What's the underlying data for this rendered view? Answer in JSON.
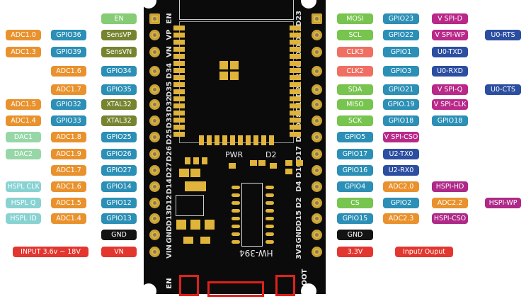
{
  "colors": {
    "gpio": "#1a86b0",
    "adc": "#e8891c",
    "sens": "#6b7a1f",
    "en": "#7cc86a",
    "dac": "#8fd4a0",
    "hspl": "#80cfcf",
    "power": "#e0261e",
    "gnd": "#000000",
    "clk": "#ee6455",
    "bus": "#6cc040",
    "vspi": "#b4177f",
    "uart": "#1b3f9a",
    "hspi": "#a8177e"
  },
  "left_rows": [
    [
      null,
      null,
      {
        "t": "EN",
        "c": "en"
      }
    ],
    [
      {
        "t": "ADC1.0",
        "c": "adc"
      },
      {
        "t": "GPIO36",
        "c": "gpio"
      },
      {
        "t": "SensVP",
        "c": "sens"
      }
    ],
    [
      {
        "t": "ADC1.3",
        "c": "adc"
      },
      {
        "t": "GPIO39",
        "c": "gpio"
      },
      {
        "t": "SensVN",
        "c": "sens"
      }
    ],
    [
      null,
      {
        "t": "ADC1.6",
        "c": "adc"
      },
      {
        "t": "GPIO34",
        "c": "gpio"
      }
    ],
    [
      null,
      {
        "t": "ADC1.7",
        "c": "adc"
      },
      {
        "t": "GPIO35",
        "c": "gpio"
      }
    ],
    [
      {
        "t": "ADC1.5",
        "c": "adc"
      },
      {
        "t": "GPIO32",
        "c": "gpio"
      },
      {
        "t": "XTAL32",
        "c": "sens"
      }
    ],
    [
      {
        "t": "ADC1.4",
        "c": "adc"
      },
      {
        "t": "GPIO33",
        "c": "gpio"
      },
      {
        "t": "XTAL32",
        "c": "sens"
      }
    ],
    [
      {
        "t": "DAC1",
        "c": "dac"
      },
      {
        "t": "ADC1.8",
        "c": "adc"
      },
      {
        "t": "GPIO25",
        "c": "gpio"
      }
    ],
    [
      {
        "t": "DAC2",
        "c": "dac"
      },
      {
        "t": "ADC1.9",
        "c": "adc"
      },
      {
        "t": "GPIO26",
        "c": "gpio"
      }
    ],
    [
      null,
      {
        "t": "ADC1.7",
        "c": "adc"
      },
      {
        "t": "GPIO27",
        "c": "gpio"
      }
    ],
    [
      {
        "t": "HSPL CLK",
        "c": "hspl"
      },
      {
        "t": "ADC1.6",
        "c": "adc"
      },
      {
        "t": "GPIO14",
        "c": "gpio"
      }
    ],
    [
      {
        "t": "HSPL Q",
        "c": "hspl"
      },
      {
        "t": "ADC1.5",
        "c": "adc"
      },
      {
        "t": "GPIO12",
        "c": "gpio"
      }
    ],
    [
      {
        "t": "HSPL ID",
        "c": "hspl"
      },
      {
        "t": "ADC1.4",
        "c": "adc"
      },
      {
        "t": "GPIO13",
        "c": "gpio"
      }
    ],
    [
      null,
      null,
      {
        "t": "GND",
        "c": "gnd"
      }
    ],
    [
      {
        "t": "INPUT  3.6v ~ 18V",
        "c": "power",
        "wide": true
      },
      null,
      {
        "t": "VN",
        "c": "power"
      }
    ]
  ],
  "right_rows": [
    [
      {
        "t": "MOSI",
        "c": "bus"
      },
      {
        "t": "GPIO23",
        "c": "gpio"
      },
      {
        "t": "V SPI-D",
        "c": "vspi"
      }
    ],
    [
      {
        "t": "SCL",
        "c": "bus"
      },
      {
        "t": "GPIO22",
        "c": "gpio"
      },
      {
        "t": "V SPI-WP",
        "c": "vspi"
      },
      {
        "t": "U0-RTS",
        "c": "uart"
      }
    ],
    [
      {
        "t": "CLK3",
        "c": "clk"
      },
      {
        "t": "GPIO1",
        "c": "gpio"
      },
      {
        "t": "U0-TXD",
        "c": "uart"
      }
    ],
    [
      {
        "t": "CLK2",
        "c": "clk"
      },
      {
        "t": "GPIO3",
        "c": "gpio"
      },
      {
        "t": "U0-RXD",
        "c": "uart"
      }
    ],
    [
      {
        "t": "SDA",
        "c": "bus"
      },
      {
        "t": "GPIO21",
        "c": "gpio"
      },
      {
        "t": "V SPI-Q",
        "c": "vspi"
      },
      {
        "t": "U0-CTS",
        "c": "uart"
      }
    ],
    [
      {
        "t": "MISO",
        "c": "bus"
      },
      {
        "t": "GPIO.19",
        "c": "gpio"
      },
      {
        "t": "V SPI-CLK",
        "c": "vspi"
      }
    ],
    [
      {
        "t": "SCK",
        "c": "bus"
      },
      {
        "t": "GPIO18",
        "c": "gpio"
      },
      {
        "t": "GPIO18",
        "c": "gpio"
      }
    ],
    [
      {
        "t": "GPIO5",
        "c": "gpio"
      },
      {
        "t": "V SPI-CSO",
        "c": "vspi"
      }
    ],
    [
      {
        "t": "GPIO17",
        "c": "gpio"
      },
      {
        "t": "U2-TX0",
        "c": "uart"
      }
    ],
    [
      {
        "t": "GPIO16",
        "c": "gpio"
      },
      {
        "t": "U2-RX0",
        "c": "uart"
      }
    ],
    [
      {
        "t": "GPIO4",
        "c": "gpio"
      },
      {
        "t": "ADC2.0",
        "c": "adc"
      },
      {
        "t": "HSPI-HD",
        "c": "hspi"
      }
    ],
    [
      {
        "t": "CS",
        "c": "bus"
      },
      {
        "t": "GPIO2",
        "c": "gpio"
      },
      {
        "t": "ADC2.2",
        "c": "adc"
      },
      {
        "t": "HSPI-WP",
        "c": "hspi"
      }
    ],
    [
      {
        "t": "GPIO15",
        "c": "gpio"
      },
      {
        "t": "ADC2.3",
        "c": "adc"
      },
      {
        "t": "HSPI-CSO",
        "c": "hspi"
      }
    ],
    [
      {
        "t": "GND",
        "c": "gnd"
      }
    ],
    [
      {
        "t": "3.3V",
        "c": "power"
      },
      {
        "t": "Input/ Ouput",
        "c": "power",
        "wide": true
      }
    ]
  ],
  "board": {
    "left_pins": [
      "EN",
      "VP",
      "VN",
      "D34",
      "D35",
      "D32",
      "D33",
      "D25",
      "D26",
      "D27",
      "D14",
      "D12",
      "D13",
      "GND",
      "VIN"
    ],
    "right_pins": [
      "D23",
      "D22",
      "TX0",
      "RX0",
      "D21",
      "D19",
      "D18",
      "D5",
      "D17",
      "D16",
      "D4",
      "D2",
      "D15",
      "GND",
      "3V3"
    ],
    "pwr_label": "PWR",
    "d2_label": "D2",
    "model": "HW-394",
    "en_button": "EN",
    "boot_button": "BOOT"
  }
}
